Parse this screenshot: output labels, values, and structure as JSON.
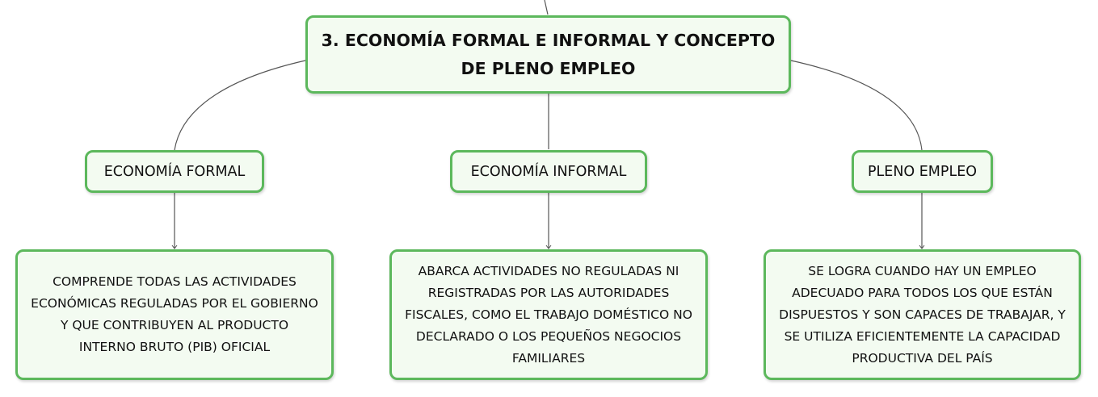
{
  "root": {
    "title": "3. ECONOMÍA FORMAL E INFORMAL Y CONCEPTO DE PLENO EMPLEO"
  },
  "branches": [
    {
      "label": "ECONOMÍA FORMAL",
      "description": "COMPRENDE TODAS LAS ACTIVIDADES ECONÓMICAS REGULADAS POR EL GOBIERNO Y QUE CONTRIBUYEN AL PRODUCTO INTERNO BRUTO (PIB) OFICIAL"
    },
    {
      "label": "ECONOMÍA INFORMAL",
      "description": "ABARCA ACTIVIDADES NO REGULADAS NI REGISTRADAS POR LAS AUTORIDADES FISCALES, COMO EL TRABAJO DOMÉSTICO NO DECLARADO O LOS PEQUEÑOS NEGOCIOS FAMILIARES"
    },
    {
      "label": "PLENO EMPLEO",
      "description": "SE LOGRA CUANDO HAY UN EMPLEO ADECUADO PARA TODOS LOS QUE ESTÁN DISPUESTOS Y SON CAPACES DE TRABAJAR, Y SE UTILIZA EFICIENTEMENTE LA CAPACIDAD PRODUCTIVA DEL PAÍS"
    }
  ],
  "colors": {
    "node_border": "#5cb85c",
    "node_fill": "#f3fbf1",
    "connector": "#555555"
  }
}
